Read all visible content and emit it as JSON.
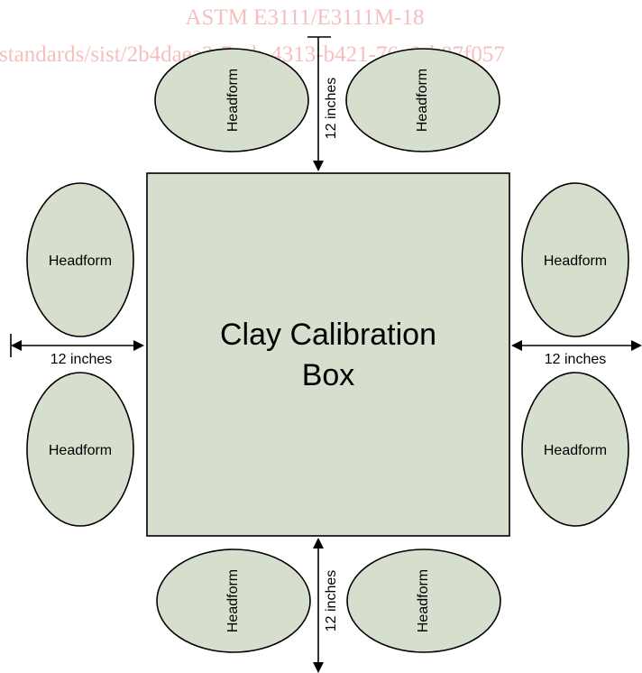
{
  "watermark": {
    "line1": "ASTM E3111/E3111M-18",
    "line2": "/standards/sist/2b4daea3-7acb-4313-b421-76c6cb87f057"
  },
  "box": {
    "label_line1": "Clay Calibration",
    "label_line2": "Box"
  },
  "headform_label": "Headform",
  "dimension_label": "12 inches",
  "colors": {
    "fill": "#d6dfcd",
    "stroke": "#000000",
    "watermark": "#f6bfbf"
  }
}
